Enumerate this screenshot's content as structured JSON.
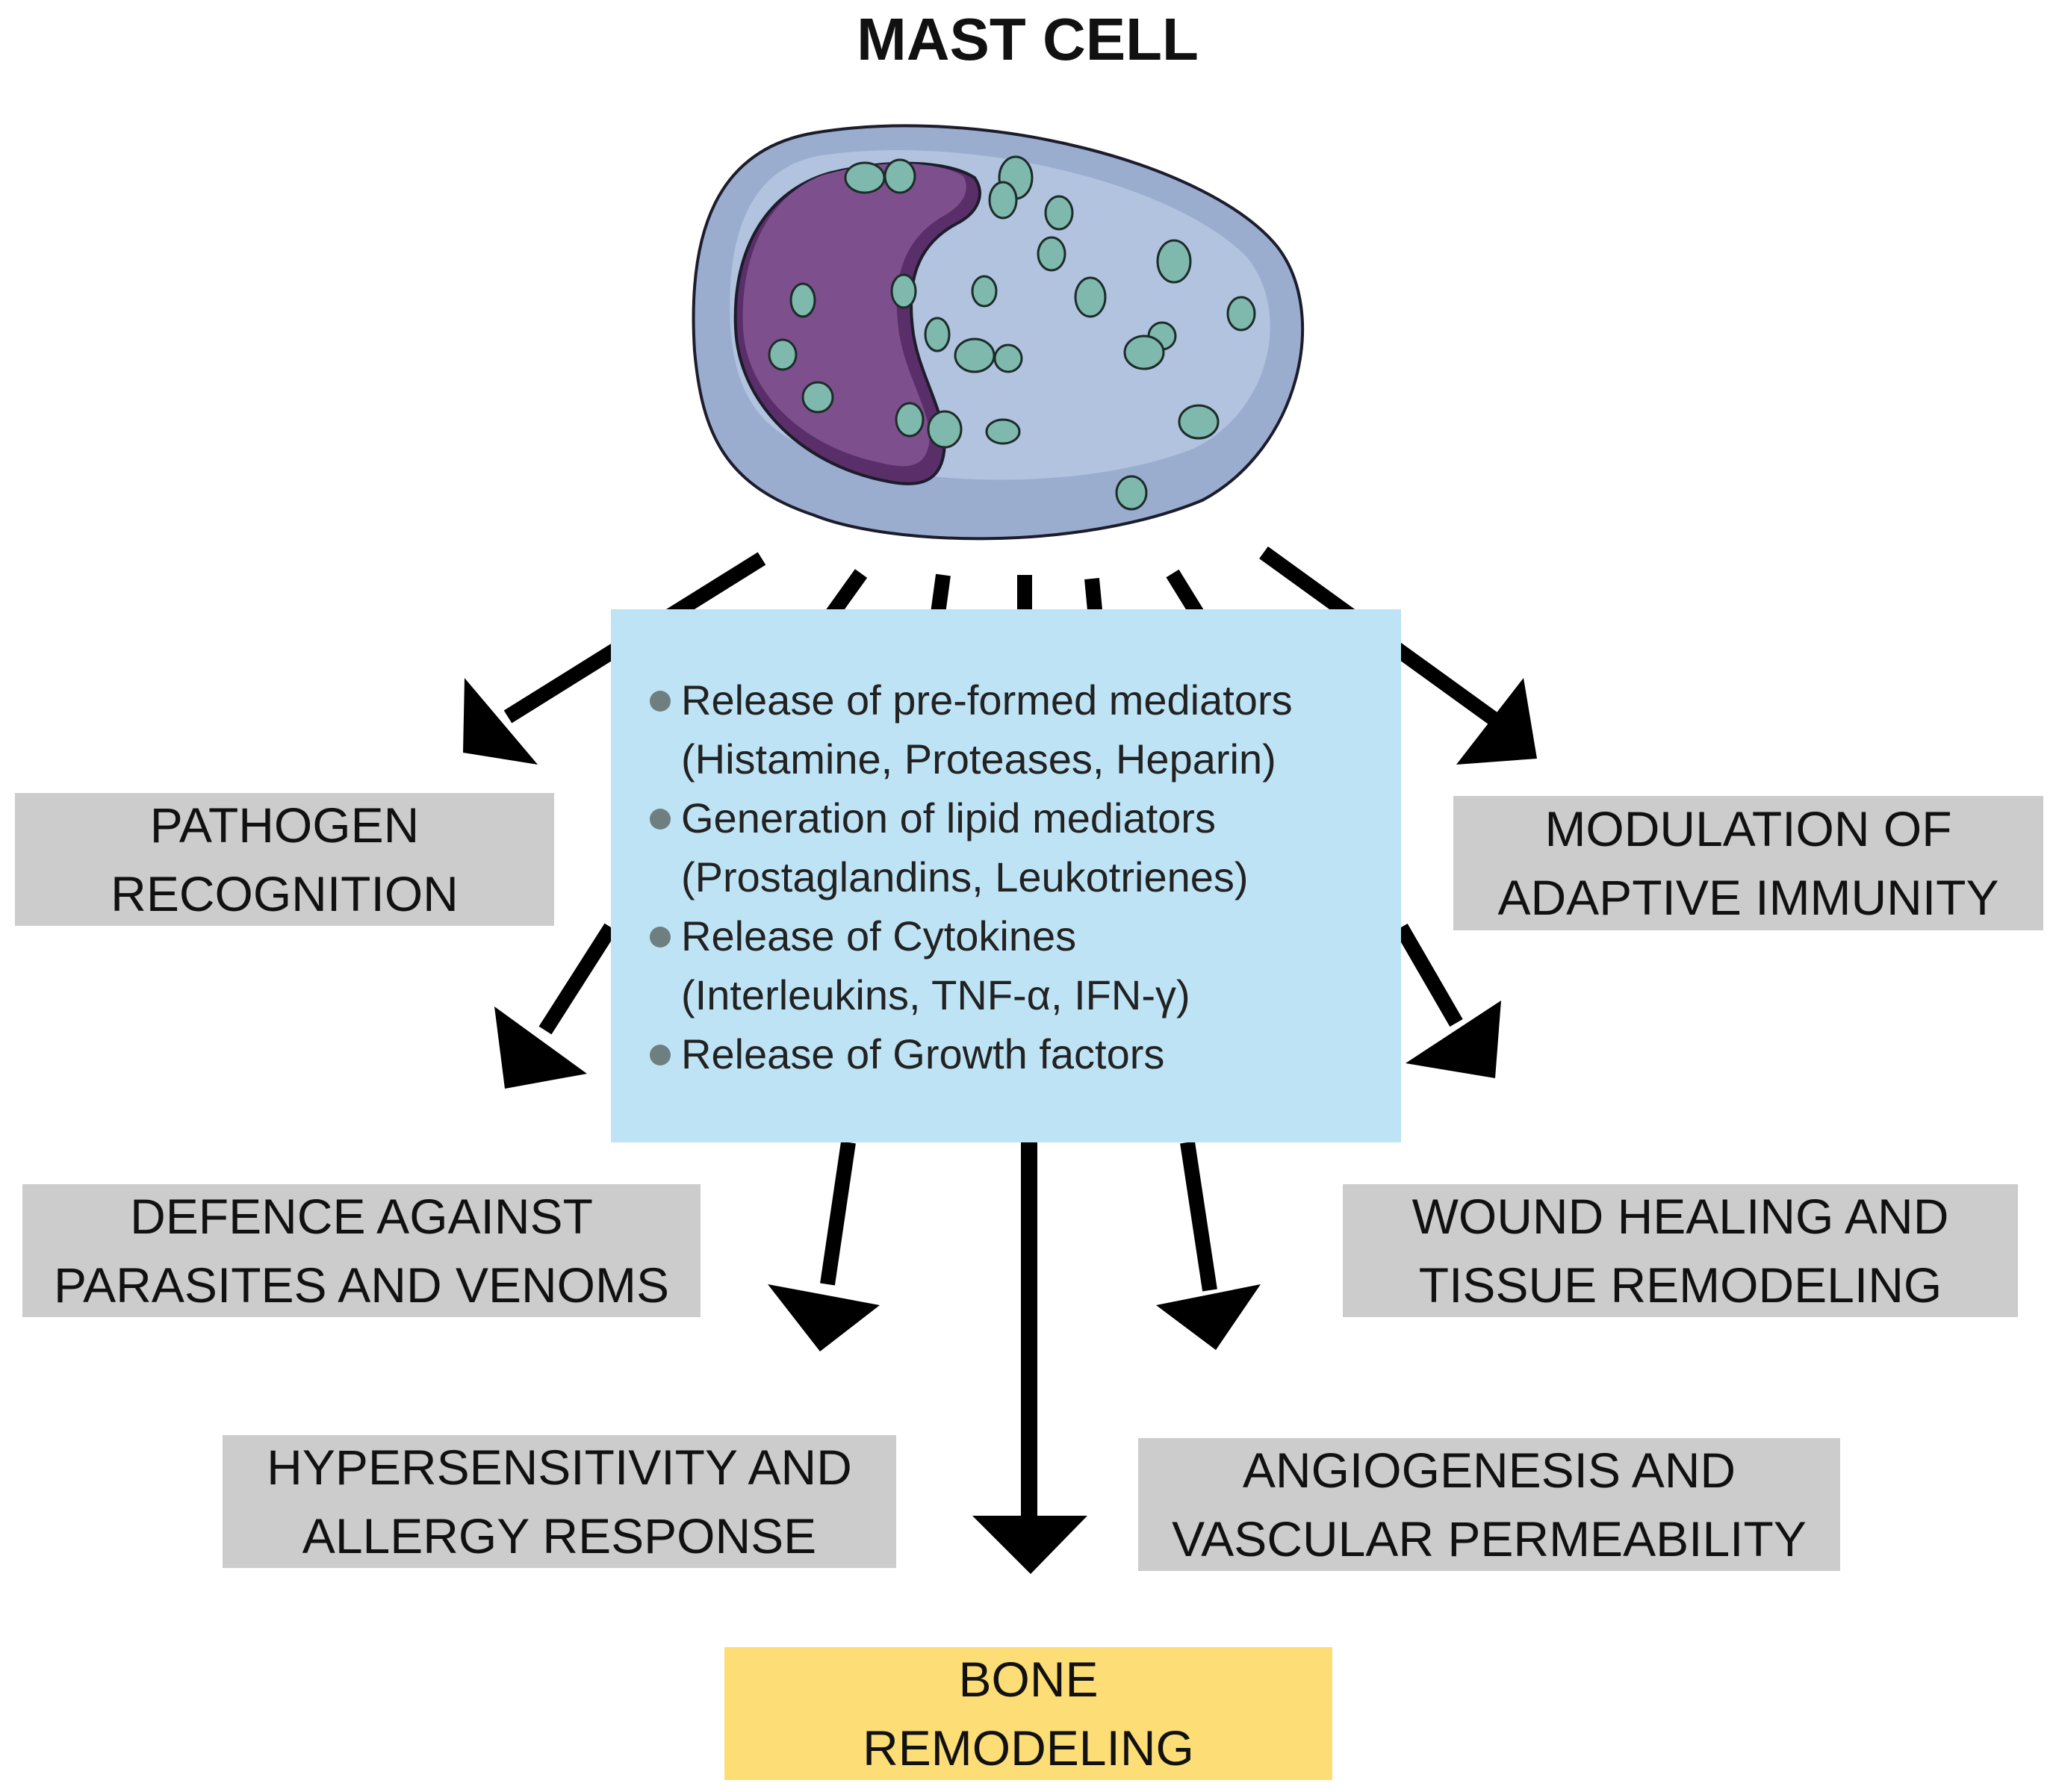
{
  "title": "MAST CELL",
  "colors": {
    "cell_membrane": "#9aadcf",
    "cell_cytoplasm": "#b2c3df",
    "nucleus": "#7a4e8a",
    "nucleus_shadow": "#5a2e68",
    "granule": "#7fb8ad",
    "mechanism_box": "#bee3f5",
    "outcome_box": "#cccccc",
    "highlight_box": "#fddd75",
    "arrow": "#000000",
    "bullet": "#6f7f80"
  },
  "mechanisms": [
    {
      "line1": "Release of pre-formed mediators",
      "line2": "(Histamine, Proteases, Heparin)"
    },
    {
      "line1": "Generation of lipid mediators",
      "line2": "(Prostaglandins, Leukotrienes)"
    },
    {
      "line1": "Release of Cytokines",
      "line2": "(Interleukins, TNF-α, IFN-γ)"
    },
    {
      "line1": "Release of Growth factors",
      "line2": ""
    }
  ],
  "outcomes": {
    "pathogen": {
      "line1": "PATHOGEN",
      "line2": "RECOGNITION"
    },
    "adaptive": {
      "line1": "MODULATION OF",
      "line2": "ADAPTIVE IMMUNITY"
    },
    "defence": {
      "line1": "DEFENCE AGAINST",
      "line2": "PARASITES AND VENOMS"
    },
    "wound": {
      "line1": "WOUND HEALING AND",
      "line2": "TISSUE REMODELING"
    },
    "hypersensitivity": {
      "line1": "HYPERSENSITIVITY AND",
      "line2": "ALLERGY RESPONSE"
    },
    "angiogenesis": {
      "line1": "ANGIOGENESIS AND",
      "line2": "VASCULAR PERMEABILITY"
    },
    "bone": {
      "line1": "BONE",
      "line2": "REMODELING"
    }
  }
}
